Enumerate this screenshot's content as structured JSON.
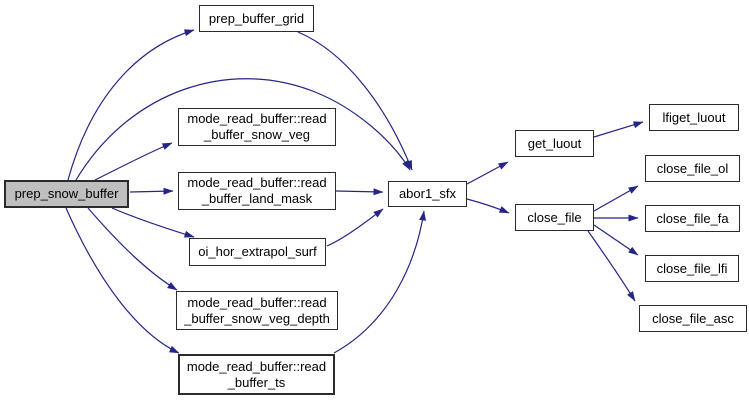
{
  "diagram": {
    "type": "call-graph",
    "edge_color": "#252586",
    "node_border_color": "#2b2b2b",
    "current_node_fill": "#bfbfbf",
    "nodes": [
      {
        "id": "prep_snow_buffer",
        "label": "prep_snow_buffer",
        "lines": [
          "prep_snow_buffer"
        ],
        "current": true
      },
      {
        "id": "prep_buffer_grid",
        "label": "prep_buffer_grid",
        "lines": [
          "prep_buffer_grid"
        ]
      },
      {
        "id": "mode_read_buffer::read_buffer_snow_veg",
        "label": "mode_read_buffer::read_buffer_snow_veg",
        "lines": [
          "mode_read_buffer::read",
          "_buffer_snow_veg"
        ]
      },
      {
        "id": "mode_read_buffer::read_buffer_land_mask",
        "label": "mode_read_buffer::read_buffer_land_mask",
        "lines": [
          "mode_read_buffer::read",
          "_buffer_land_mask"
        ]
      },
      {
        "id": "oi_hor_extrapol_surf",
        "label": "oi_hor_extrapol_surf",
        "lines": [
          "oi_hor_extrapol_surf"
        ]
      },
      {
        "id": "mode_read_buffer::read_buffer_snow_veg_depth",
        "label": "mode_read_buffer::read_buffer_snow_veg_depth",
        "lines": [
          "mode_read_buffer::read",
          "_buffer_snow_veg_depth"
        ]
      },
      {
        "id": "mode_read_buffer::read_buffer_ts",
        "label": "mode_read_buffer::read_buffer_ts",
        "lines": [
          "mode_read_buffer::read",
          "_buffer_ts"
        ]
      },
      {
        "id": "abor1_sfx",
        "label": "abor1_sfx",
        "lines": [
          "abor1_sfx"
        ]
      },
      {
        "id": "get_luout",
        "label": "get_luout",
        "lines": [
          "get_luout"
        ]
      },
      {
        "id": "close_file",
        "label": "close_file",
        "lines": [
          "close_file"
        ]
      },
      {
        "id": "lfiget_luout",
        "label": "lfiget_luout",
        "lines": [
          "lfiget_luout"
        ]
      },
      {
        "id": "close_file_ol",
        "label": "close_file_ol",
        "lines": [
          "close_file_ol"
        ]
      },
      {
        "id": "close_file_fa",
        "label": "close_file_fa",
        "lines": [
          "close_file_fa"
        ]
      },
      {
        "id": "close_file_lfi",
        "label": "close_file_lfi",
        "lines": [
          "close_file_lfi"
        ]
      },
      {
        "id": "close_file_asc",
        "label": "close_file_asc",
        "lines": [
          "close_file_asc"
        ]
      }
    ],
    "edges": [
      {
        "from": "prep_snow_buffer",
        "to": "prep_buffer_grid"
      },
      {
        "from": "prep_snow_buffer",
        "to": "abor1_sfx"
      },
      {
        "from": "prep_snow_buffer",
        "to": "mode_read_buffer::read_buffer_snow_veg"
      },
      {
        "from": "prep_snow_buffer",
        "to": "mode_read_buffer::read_buffer_land_mask"
      },
      {
        "from": "prep_snow_buffer",
        "to": "oi_hor_extrapol_surf"
      },
      {
        "from": "prep_snow_buffer",
        "to": "mode_read_buffer::read_buffer_snow_veg_depth"
      },
      {
        "from": "prep_snow_buffer",
        "to": "mode_read_buffer::read_buffer_ts"
      },
      {
        "from": "prep_buffer_grid",
        "to": "abor1_sfx"
      },
      {
        "from": "mode_read_buffer::read_buffer_land_mask",
        "to": "abor1_sfx"
      },
      {
        "from": "oi_hor_extrapol_surf",
        "to": "abor1_sfx"
      },
      {
        "from": "mode_read_buffer::read_buffer_ts",
        "to": "abor1_sfx"
      },
      {
        "from": "abor1_sfx",
        "to": "get_luout"
      },
      {
        "from": "abor1_sfx",
        "to": "close_file"
      },
      {
        "from": "get_luout",
        "to": "lfiget_luout"
      },
      {
        "from": "close_file",
        "to": "close_file_ol"
      },
      {
        "from": "close_file",
        "to": "close_file_fa"
      },
      {
        "from": "close_file",
        "to": "close_file_lfi"
      },
      {
        "from": "close_file",
        "to": "close_file_asc"
      }
    ]
  }
}
